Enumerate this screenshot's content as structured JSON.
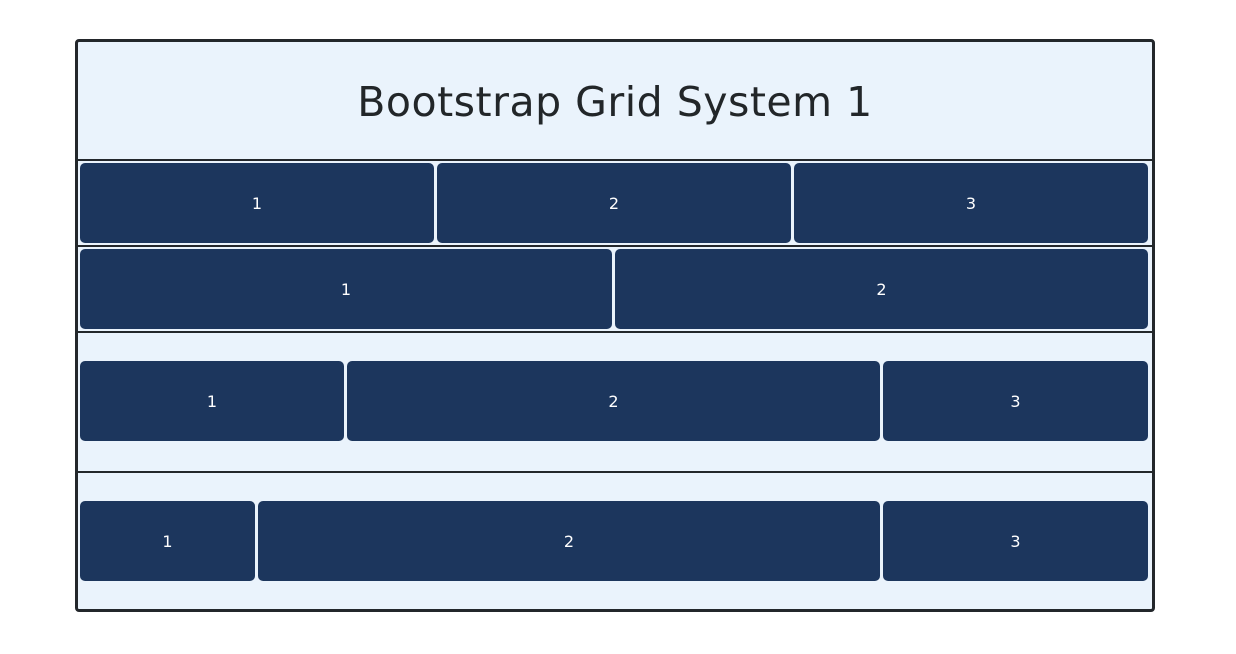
{
  "page": {
    "title": "Bootstrap Grid System 1"
  },
  "rows": [
    {
      "cells": [
        "1",
        "2",
        "3"
      ]
    },
    {
      "cells": [
        "1",
        "2"
      ]
    },
    {
      "cells": [
        "1",
        "2",
        "3"
      ]
    },
    {
      "cells": [
        "1",
        "2",
        "3"
      ]
    }
  ],
  "colors": {
    "background": "#ffffff",
    "panel": "#eaf3fc",
    "border": "#23272b",
    "cell": "#1c365d",
    "cell_text": "#ffffff"
  }
}
